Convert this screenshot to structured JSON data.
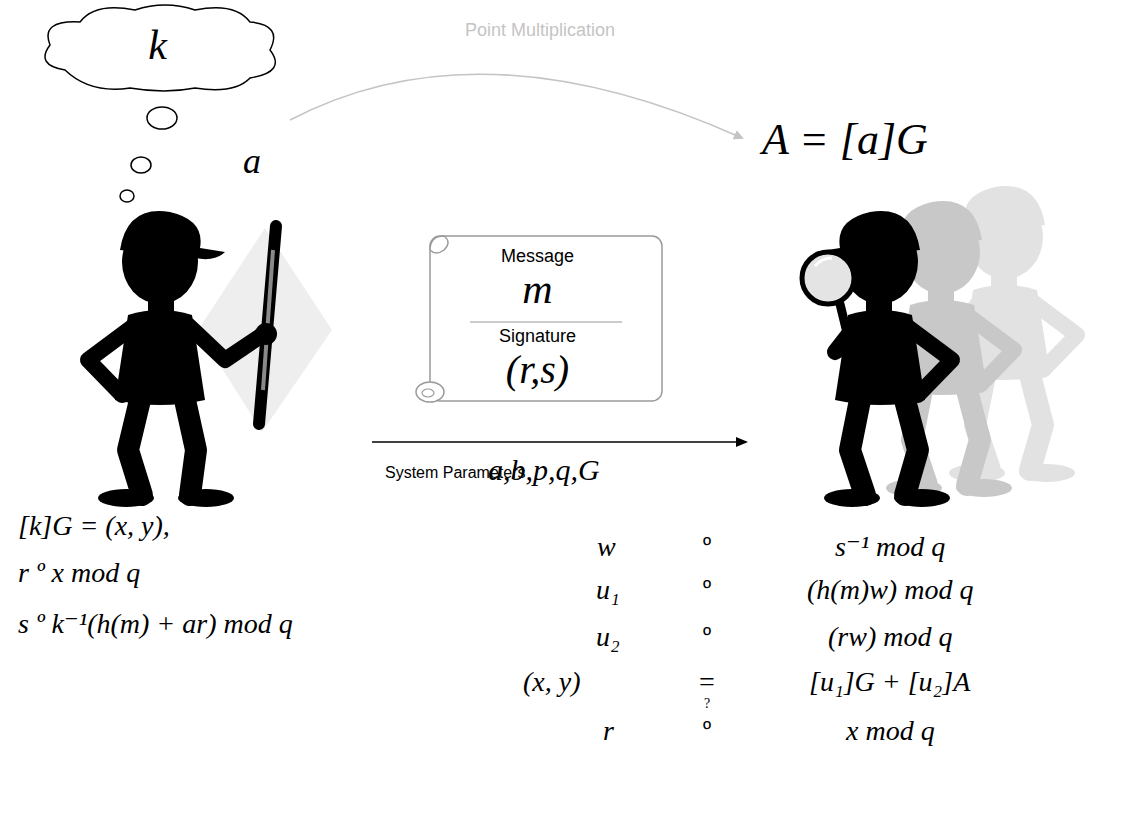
{
  "diagram": {
    "nodes": [
      {
        "text": [
          "k"
        ]
      },
      {
        "text": [
          "Message",
          "m",
          "Signature",
          "(r,s)"
        ]
      }
    ],
    "labels": [
      "a",
      "Point Multiplication",
      "A = [a]G",
      "System Parameters",
      "a,b,p,q,G",
      "[k]G = (x, y),",
      "r º x mod q",
      "s º k⁻¹(h(m) + ar) mod q",
      "w",
      "º",
      "s⁻¹ mod q",
      "u₁",
      "º",
      "(h(m)w) mod q",
      "u₂",
      "º",
      "(rw) mod q",
      "(x, y)",
      "=",
      "[u₁]G + [u₂]A",
      "r",
      "?",
      "º",
      "x mod q"
    ]
  }
}
